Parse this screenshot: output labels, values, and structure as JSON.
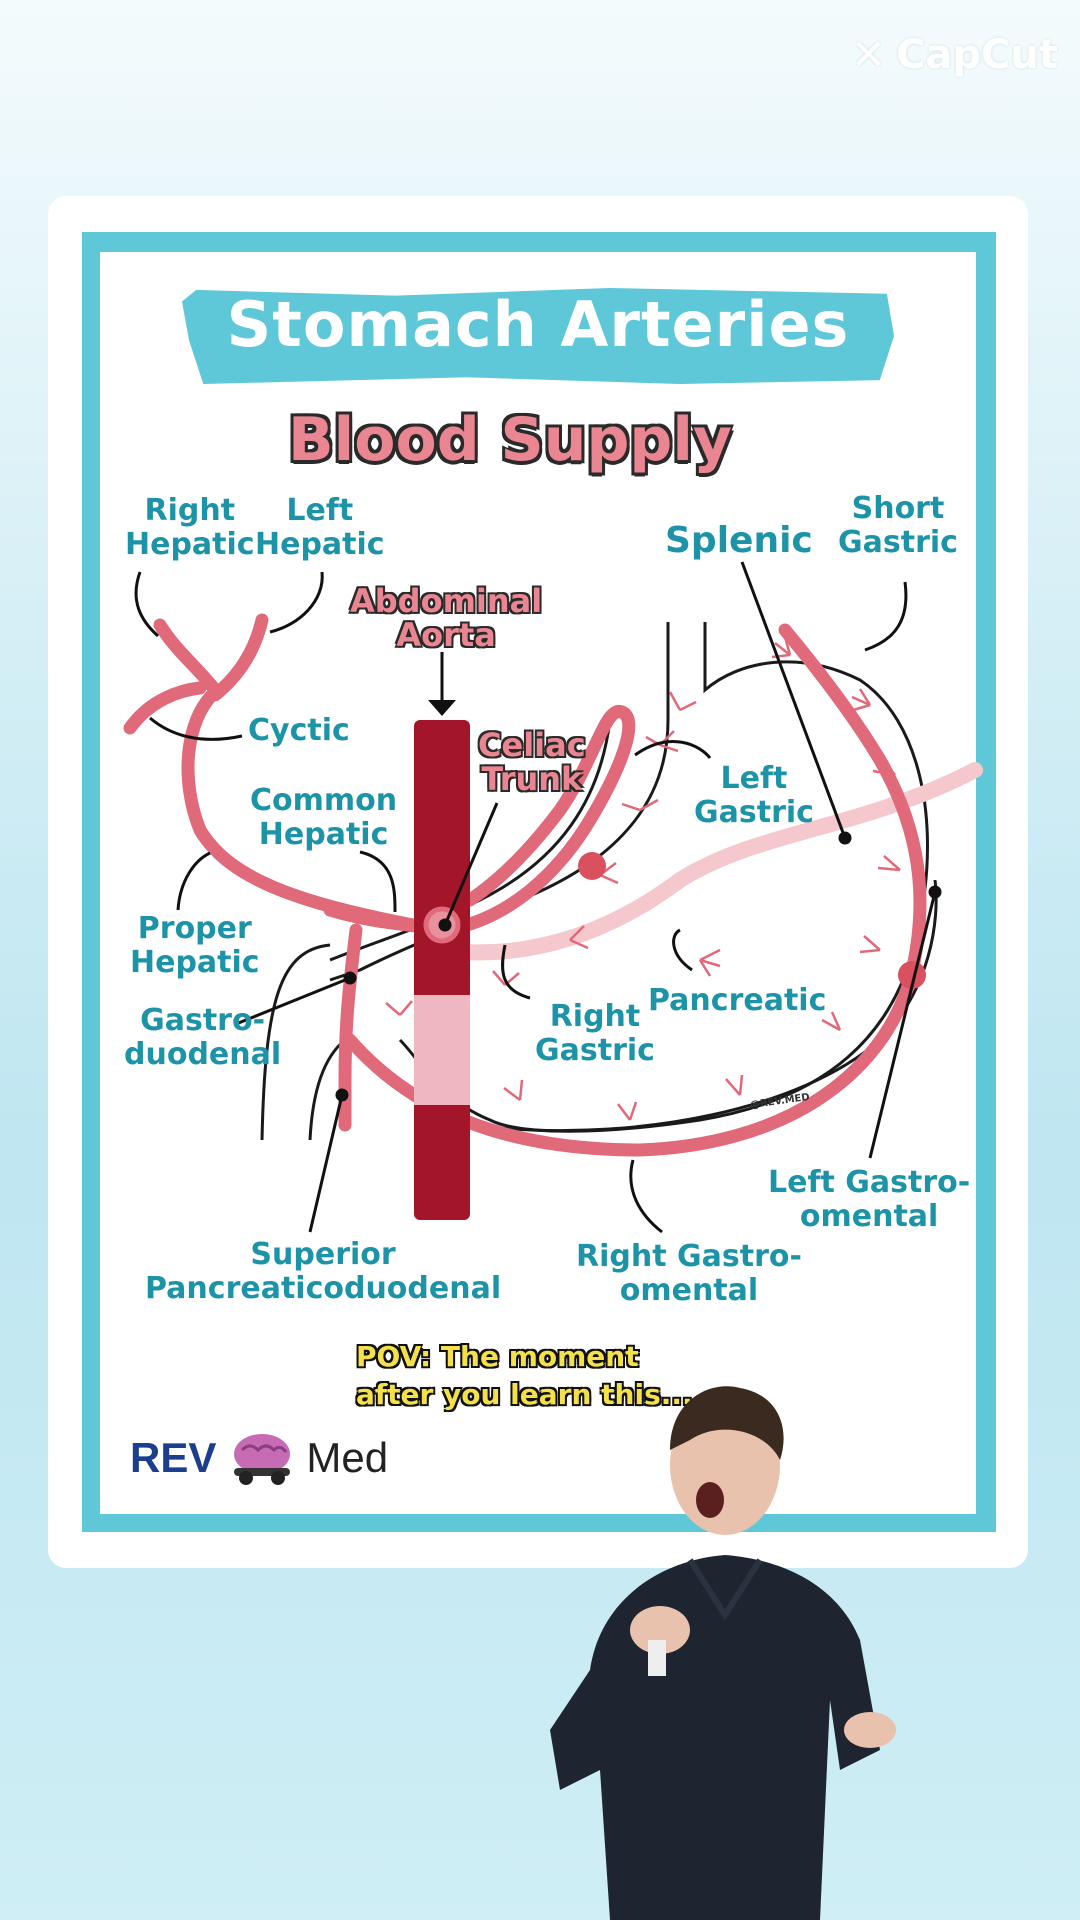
{
  "watermark_app": "CapCut",
  "title": "Stomach Arteries",
  "subtitle": "Blood Supply",
  "labels": {
    "right_hepatic": "Right\nHepatic",
    "left_hepatic": "Left\nHepatic",
    "abdominal_aorta": "Abdominal\nAorta",
    "splenic": "Splenic",
    "short_gastric": "Short\nGastric",
    "cyctic": "Cyctic",
    "celiac_trunk": "Celiac\nTrunk",
    "left_gastric": "Left\nGastric",
    "common_hepatic": "Common\nHepatic",
    "proper_hepatic": "Proper\nHepatic",
    "gastroduodenal": "Gastro-\nduodenal",
    "right_gastric": "Right\nGastric",
    "pancreatic": "Pancreatic",
    "left_gastroomental": "Left Gastro-\nomental",
    "superior_pancreaticoduodenal": "Superior\nPancreaticoduodenal",
    "right_gastroomental": "Right Gastro-\nomental"
  },
  "copyright_tag": "@REV.MED",
  "logo": {
    "rev": "REV",
    "med": "Med",
    "icon": "brain-car-icon"
  },
  "caption": "POV: The moment\nafter you learn this...",
  "colors": {
    "teal": "#5ec7d8",
    "label_teal": "#1d93a8",
    "artery_pink": "#e06a7a",
    "aorta_red": "#a3162a",
    "subtitle_pink": "#ea8592"
  }
}
